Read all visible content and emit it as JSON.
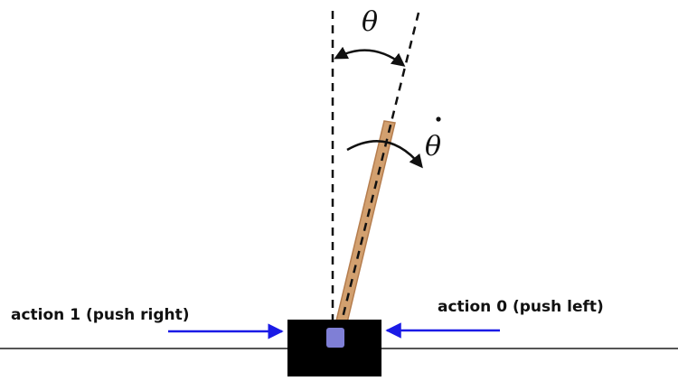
{
  "labels": {
    "angle": "θ",
    "angular_velocity": "θ",
    "action_right": "action 1 (push right)",
    "action_left": "action 0 (push left)"
  },
  "colors": {
    "pole": "#d2a06f",
    "pole_edge": "#b57d4e",
    "cart": "#000000",
    "axle": "#7f7fd6",
    "arrow": "#1a1ae6",
    "ground": "#555555",
    "ink": "#111111"
  }
}
